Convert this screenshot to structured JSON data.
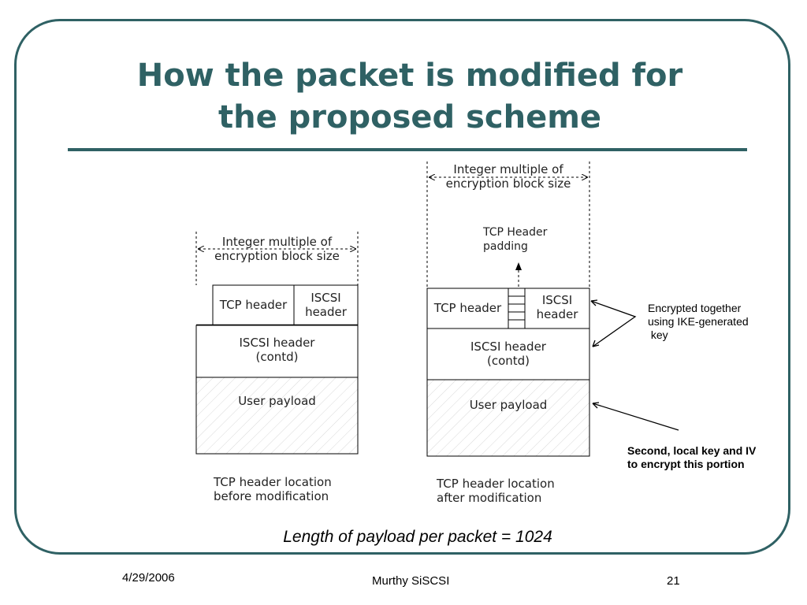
{
  "slide": {
    "title_line1": "How the packet is modified for",
    "title_line2": "the proposed scheme",
    "formula": "Length of payload per packet = 1024",
    "footer_date": "4/29/2006",
    "footer_center": "Murthy SiSCSI",
    "footer_page": "21"
  },
  "left_diagram": {
    "span_line1": "Integer multiple of",
    "span_line2": "encryption block size",
    "tcp_header": "TCP header",
    "iscsi_line1": "ISCSI",
    "iscsi_line2": "header",
    "iscsi_contd_line1": "ISCSI header",
    "iscsi_contd_line2": "(contd)",
    "payload": "User payload",
    "caption_line1": "TCP header location",
    "caption_line2": "before modification"
  },
  "right_diagram": {
    "span_line1": "Integer multiple of",
    "span_line2": "encryption block size",
    "padding_line1": "TCP Header",
    "padding_line2": "padding",
    "tcp_header": "TCP header",
    "iscsi_line1": "ISCSI",
    "iscsi_line2": "header",
    "iscsi_contd_line1": "ISCSI header",
    "iscsi_contd_line2": "(contd)",
    "payload": "User payload",
    "caption_line1": "TCP header location",
    "caption_line2": "after modification"
  },
  "annotations": {
    "encrypted_line1": "Encrypted together",
    "encrypted_line2": "using IKE-generated",
    "encrypted_line3": " key",
    "second_line1": "Second, local key and IV",
    "second_line2": "to encrypt this portion"
  },
  "colors": {
    "theme": "#2f6164",
    "hatch": "#d9d9d9"
  }
}
